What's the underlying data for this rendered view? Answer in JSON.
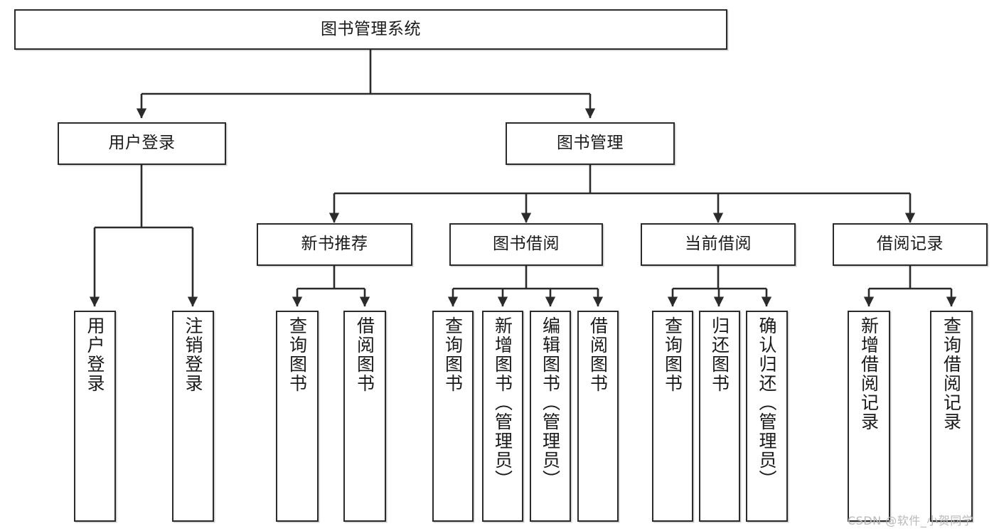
{
  "diagram": {
    "type": "tree",
    "title": "图书管理系统",
    "stroke_color": "#2b2b2b",
    "fill_color": "#ffffff",
    "background": "#ffffff",
    "nodes": {
      "root": {
        "label": "图书管理系统"
      },
      "user_login": {
        "label": "用户登录"
      },
      "book_manage": {
        "label": "图书管理"
      },
      "new_book_rec": {
        "label": "新书推荐"
      },
      "book_borrow": {
        "label": "图书借阅"
      },
      "current_borrow": {
        "label": "当前借阅"
      },
      "borrow_record": {
        "label": "借阅记录"
      },
      "leaf_user_login": {
        "label": "用户登录"
      },
      "leaf_logout": {
        "label": "注销登录"
      },
      "leaf_query_book_1": {
        "label": "查询图书"
      },
      "leaf_borrow_book_1": {
        "label": "借阅图书"
      },
      "leaf_query_book_2": {
        "label": "查询图书"
      },
      "leaf_add_book": {
        "label": "新增图书（管理员）"
      },
      "leaf_edit_book": {
        "label": "编辑图书（管理员）"
      },
      "leaf_borrow_book_2": {
        "label": "借阅图书"
      },
      "leaf_query_book_3": {
        "label": "查询图书"
      },
      "leaf_return_book": {
        "label": "归还图书"
      },
      "leaf_confirm_return": {
        "label": "确认归还（管理员）"
      },
      "leaf_add_record": {
        "label": "新增借阅记录"
      },
      "leaf_query_record": {
        "label": "查询借阅记录"
      }
    },
    "edges": [
      {
        "from": "root",
        "to": "user_login"
      },
      {
        "from": "root",
        "to": "book_manage"
      },
      {
        "from": "user_login",
        "to": "leaf_user_login"
      },
      {
        "from": "user_login",
        "to": "leaf_logout"
      },
      {
        "from": "book_manage",
        "to": "new_book_rec"
      },
      {
        "from": "book_manage",
        "to": "book_borrow"
      },
      {
        "from": "book_manage",
        "to": "current_borrow"
      },
      {
        "from": "book_manage",
        "to": "borrow_record"
      },
      {
        "from": "new_book_rec",
        "to": "leaf_query_book_1"
      },
      {
        "from": "new_book_rec",
        "to": "leaf_borrow_book_1"
      },
      {
        "from": "book_borrow",
        "to": "leaf_query_book_2"
      },
      {
        "from": "book_borrow",
        "to": "leaf_add_book"
      },
      {
        "from": "book_borrow",
        "to": "leaf_edit_book"
      },
      {
        "from": "book_borrow",
        "to": "leaf_borrow_book_2"
      },
      {
        "from": "current_borrow",
        "to": "leaf_query_book_3"
      },
      {
        "from": "current_borrow",
        "to": "leaf_return_book"
      },
      {
        "from": "current_borrow",
        "to": "leaf_confirm_return"
      },
      {
        "from": "borrow_record",
        "to": "leaf_add_record"
      },
      {
        "from": "borrow_record",
        "to": "leaf_query_record"
      }
    ]
  },
  "watermark": {
    "text": "CSDN @软件_小贺同学"
  }
}
